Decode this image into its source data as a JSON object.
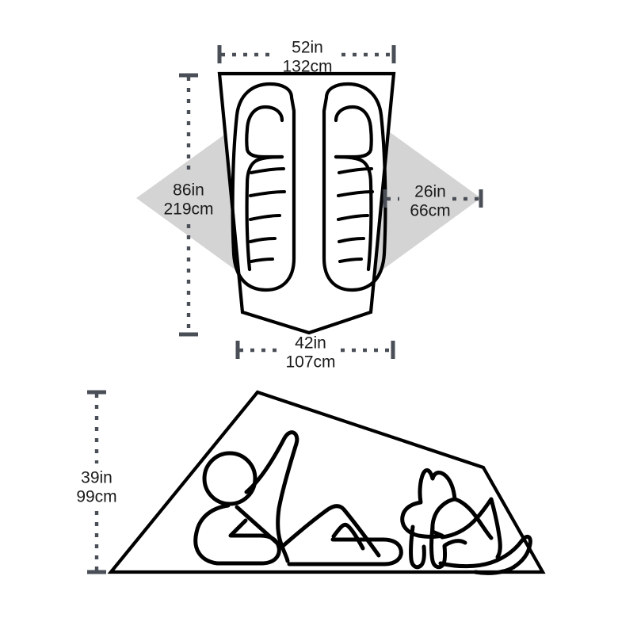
{
  "diagram": {
    "title": "Tent Dimensions Diagram",
    "colors": {
      "stroke": "#000000",
      "vestibule_shade": "#d4d4d4",
      "dimension_line": "#4a4f57",
      "text": "#1a1a1a",
      "background": "#ffffff"
    },
    "floorplan": {
      "name": "tent-floor-plan",
      "dimensions": {
        "width_top": {
          "imperial": "52in",
          "metric": "132cm",
          "position": "top"
        },
        "length": {
          "imperial": "86in",
          "metric": "219cm",
          "position": "left"
        },
        "vestibule": {
          "imperial": "26in",
          "metric": "66cm",
          "position": "right"
        },
        "width_bottom": {
          "imperial": "42in",
          "metric": "107cm",
          "position": "bottom"
        }
      },
      "occupants": [
        {
          "name": "sleeping-bag-left"
        },
        {
          "name": "sleeping-bag-right"
        }
      ]
    },
    "sideview": {
      "name": "tent-side-profile",
      "dimensions": {
        "peak_height": {
          "imperial": "39in",
          "metric": "99cm",
          "position": "left"
        }
      },
      "occupants": [
        {
          "name": "person-figure"
        },
        {
          "name": "dog-figure"
        }
      ]
    }
  }
}
